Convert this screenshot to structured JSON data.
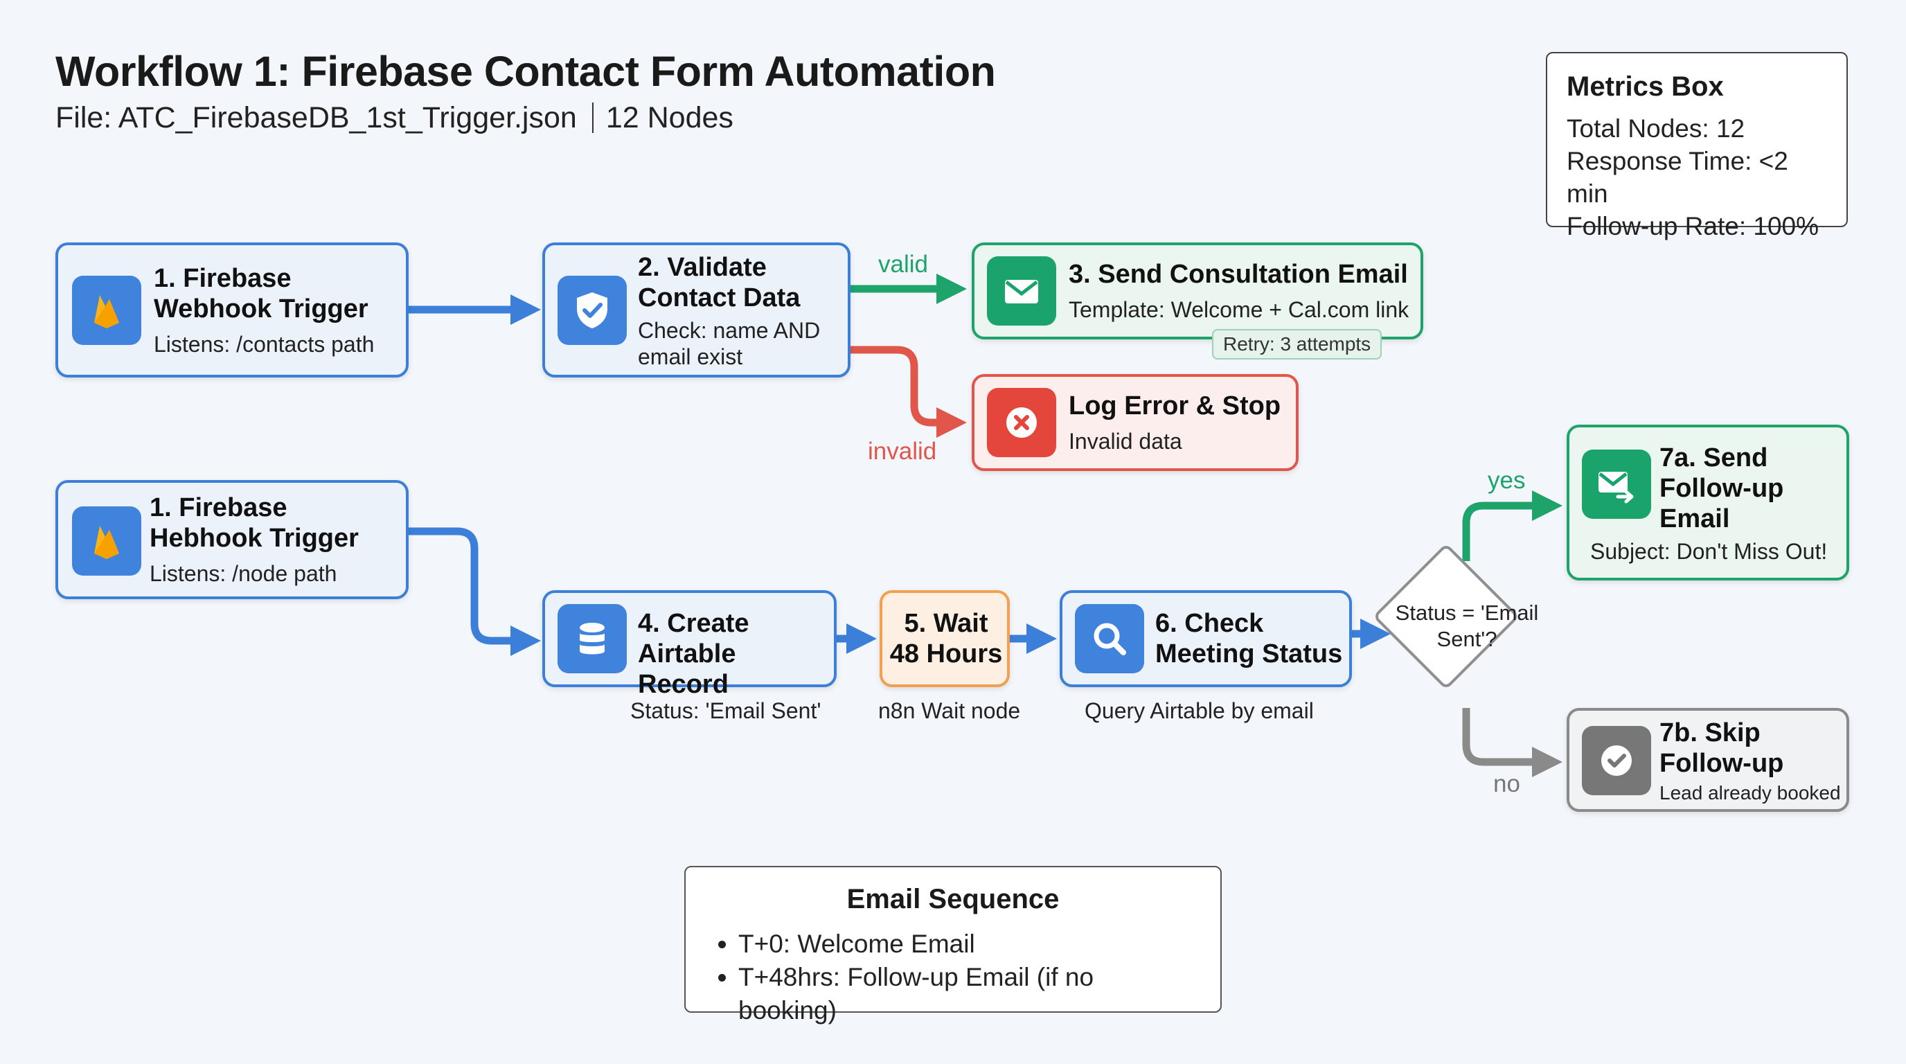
{
  "header": {
    "title": "Workflow 1: Firebase Contact Form Automation",
    "file": "File: ATC_FirebaseDB_1st_Trigger.json",
    "node_count": "12 Nodes"
  },
  "metrics": {
    "title": "Metrics Box",
    "lines": [
      "Total Nodes: 12",
      "Response Time: <2 min",
      "Follow-up Rate: 100%"
    ]
  },
  "nodes": {
    "trigger1": {
      "title": "1. Firebase Webhook Trigger",
      "sub": "Listens: /contacts path",
      "icon": "firebase-icon"
    },
    "validate": {
      "title": "2. Validate Contact Data",
      "sub": "Check: name AND email exist",
      "icon": "shield-check-icon"
    },
    "send_email": {
      "title": "3. Send Consultation Email",
      "sub": "Template: Welcome + Cal.com link",
      "badge": "Retry: 3 attempts",
      "icon": "envelope-icon"
    },
    "log_error": {
      "title": "Log Error & Stop",
      "sub": "Invalid data",
      "icon": "x-circle-icon"
    },
    "trigger2": {
      "title": "1. Firebase Hebhook Trigger",
      "sub": "Listens: /node path",
      "icon": "firebase-icon"
    },
    "airtable": {
      "title": "4. Create Airtable Record",
      "caption": "Status: 'Email Sent'",
      "icon": "database-icon"
    },
    "wait": {
      "title": "5. Wait 48 Hours",
      "caption": "n8n Wait node"
    },
    "check": {
      "title": "6. Check Meeting Status",
      "caption": "Query Airtable by email",
      "icon": "search-icon"
    },
    "decision": {
      "text": "Status = 'Email Sent'?"
    },
    "followup": {
      "title": "7a. Send Follow-up Email",
      "sub": "Subject: Don't Miss Out!",
      "icon": "envelope-forward-icon"
    },
    "skip": {
      "title": "7b. Skip Follow-up",
      "sub": "Lead already booked",
      "icon": "check-circle-icon"
    }
  },
  "edge_labels": {
    "valid": "valid",
    "invalid": "invalid",
    "yes": "yes",
    "no": "no"
  },
  "sequence": {
    "title": "Email Sequence",
    "items": [
      "T+0: Welcome Email",
      "T+48hrs: Follow-up Email (if no booking)"
    ]
  },
  "colors": {
    "blue": "#3c7fd9",
    "green": "#1ea36b",
    "red": "#e0564b",
    "orange": "#f0a050",
    "grey": "#8a8a8a"
  }
}
